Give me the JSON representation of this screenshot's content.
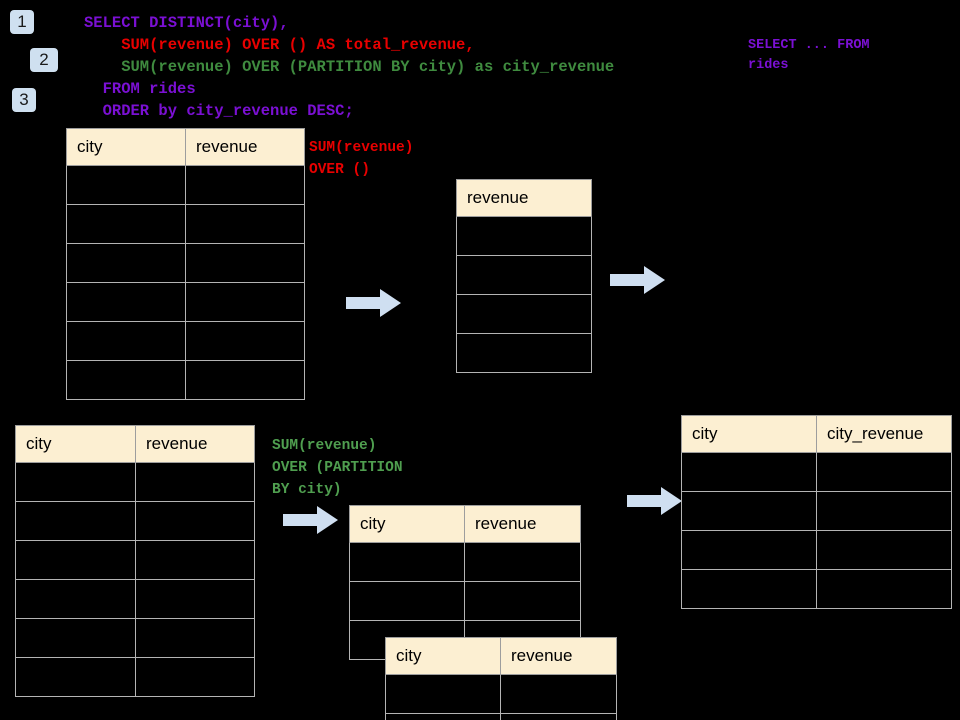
{
  "steps": [
    {
      "label": "1"
    },
    {
      "label": "2"
    },
    {
      "label": "3"
    }
  ],
  "query": {
    "line1": "SELECT DISTINCT(city),",
    "line2": "    SUM(revenue) OVER () AS total_revenue,",
    "line3": "    SUM(revenue) OVER (PARTITION BY city) as city_revenue",
    "line4": "  FROM rides",
    "line5": "  ORDER by city_revenue DESC;"
  },
  "annotations": {
    "source_query": "SELECT ... FROM\nrides",
    "sum_over_empty": "SUM(revenue)\nOVER ()",
    "sum_over_partition": "SUM(revenue)\nOVER (PARTITION\nBY city)"
  },
  "colors": {
    "background": "#000000",
    "header_fill": "#fcefd2",
    "border": "#b4b4b4",
    "badge_fill": "#cfe0f0",
    "arrow_fill": "#cfdff1",
    "keyword_purple": "#7b10d4",
    "annotation_red": "#e80000",
    "annotation_green": "#4f9e4f"
  },
  "tables": {
    "rides_source": {
      "name": "rides-source-table",
      "headers": [
        "city",
        "revenue"
      ],
      "row_count": 6,
      "rows": [
        [
          "",
          ""
        ],
        [
          "",
          ""
        ],
        [
          "",
          ""
        ],
        [
          "",
          ""
        ],
        [
          "",
          ""
        ],
        [
          "",
          ""
        ]
      ]
    },
    "total_revenue": {
      "name": "total-revenue-table",
      "headers": [
        "revenue"
      ],
      "row_count": 4,
      "rows": [
        [
          ""
        ],
        [
          ""
        ],
        [
          ""
        ],
        [
          ""
        ]
      ]
    },
    "rides_source_2": {
      "name": "rides-source-table-partitioned",
      "headers": [
        "city",
        "revenue"
      ],
      "row_count": 6,
      "rows": [
        [
          "",
          ""
        ],
        [
          "",
          ""
        ],
        [
          "",
          ""
        ],
        [
          "",
          ""
        ],
        [
          "",
          ""
        ],
        [
          "",
          ""
        ]
      ]
    },
    "partition_back": {
      "name": "partition-group-table-back",
      "headers": [
        "city",
        "revenue"
      ],
      "row_count": 3,
      "rows": [
        [
          "",
          ""
        ],
        [
          "",
          ""
        ],
        [
          "",
          ""
        ]
      ]
    },
    "partition_front": {
      "name": "partition-group-table-front",
      "headers": [
        "city",
        "revenue"
      ],
      "row_count": 2,
      "rows": [
        [
          "",
          ""
        ],
        [
          "",
          ""
        ]
      ]
    },
    "city_revenue_result": {
      "name": "city-revenue-result-table",
      "headers": [
        "city",
        "city_revenue"
      ],
      "row_count": 4,
      "rows": [
        [
          "",
          ""
        ],
        [
          "",
          ""
        ],
        [
          "",
          ""
        ],
        [
          "",
          ""
        ]
      ]
    }
  },
  "arrows": [
    {
      "name": "arrow-source-to-total"
    },
    {
      "name": "arrow-total-to-result"
    },
    {
      "name": "arrow-source-to-partition"
    },
    {
      "name": "arrow-partition-to-result"
    }
  ]
}
